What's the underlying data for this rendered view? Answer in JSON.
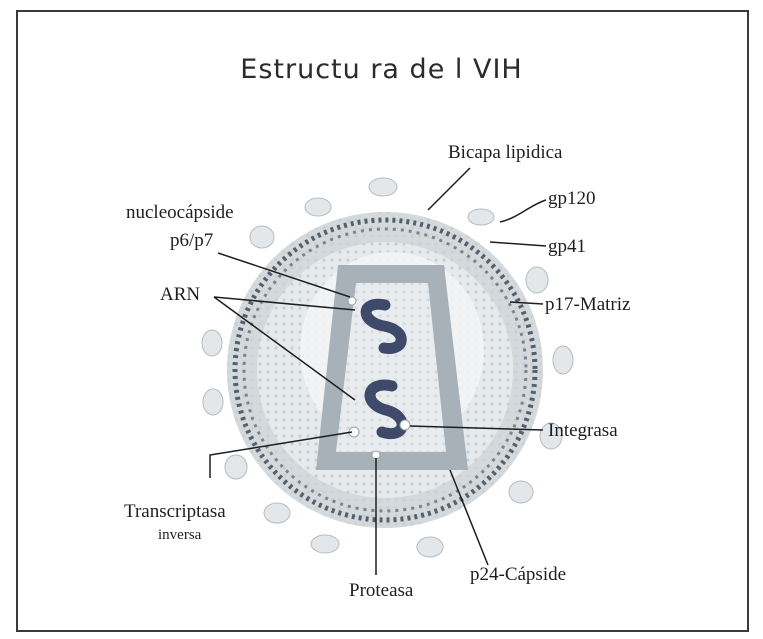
{
  "title": "Estructu ra de l VIH",
  "labels": {
    "bicapa": "Bicapa lipidica",
    "gp120": "gp120",
    "gp41": "gp41",
    "p17": "p17-Matriz",
    "nucleocapside": "nucleocápside",
    "p6p7": "p6/p7",
    "arn": "ARN",
    "integrasa": "Integrasa",
    "transcriptasa": "Transcriptasa",
    "inversa": "inversa",
    "proteasa": "Proteasa",
    "p24": "p24-Cápside"
  },
  "colors": {
    "outer": "#d4d9dc",
    "matrix": "#e6eaec",
    "inner": "#f1f3f4",
    "capsid": "#a8b1b7",
    "capsid_inner": "#e9ecee",
    "rna": "#3f4a6b",
    "dots": "#55606e"
  }
}
